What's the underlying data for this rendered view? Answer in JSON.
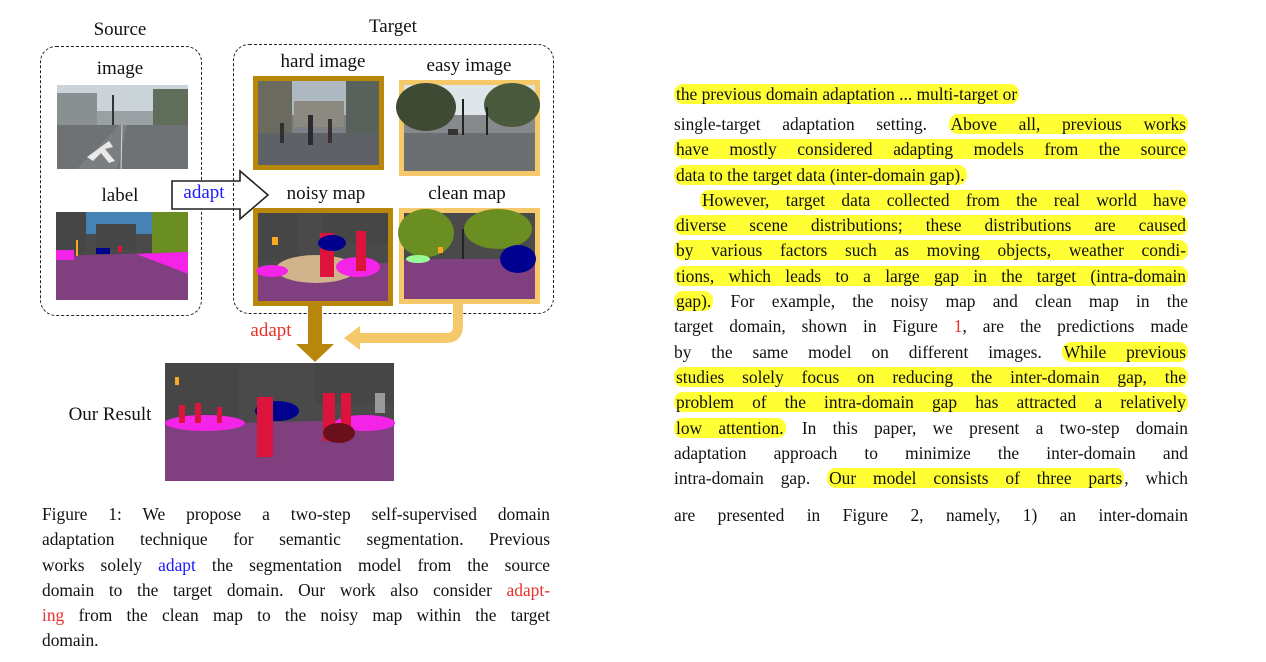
{
  "figure": {
    "source_label": "Source",
    "target_label": "Target",
    "image_label": "image",
    "label_label": "label",
    "hard_image_label": "hard image",
    "easy_image_label": "easy image",
    "noisy_map_label": "noisy map",
    "clean_map_label": "clean map",
    "adapt_blue": "adapt",
    "adapt_red": "adapt",
    "result_label": "Our Result",
    "colors": {
      "blue": "#1a1aff",
      "red": "#e8302a",
      "dark_gold": "#b8860b",
      "light_gold": "#f5c86a",
      "highlight": "#ffff33"
    }
  },
  "caption": {
    "l1": "Figure 1: We propose a two-step self-supervised domain",
    "l2": "adaptation technique for semantic segmentation. Previous",
    "l3a": "works solely ",
    "l3b": "adapt",
    "l3c": " the segmentation model from the source",
    "l4a": "domain to the target domain. Our work also consider ",
    "l4b": "adapt-",
    "l5a": "ing",
    "l5b": " from the clean map to the noisy map within the target",
    "l6": "domain."
  },
  "body": {
    "l1a": "single-target adaptation setting. ",
    "l1b": "Above all, previous works",
    "l2": "have mostly considered adapting models from the source",
    "l3": "data to the target data (inter-domain gap).",
    "l4": "However, target data collected from the real world have",
    "l5": "diverse scene distributions; these distributions are caused",
    "l6": "by various factors such as moving objects, weather condi-",
    "l7": "tions, which leads to a large gap in the target (intra-domain",
    "l8a": "gap).",
    "l8b": " For example, the noisy map and clean map in the",
    "l9a": "target domain, shown in Figure ",
    "l9b": "1",
    "l9c": ", are the predictions made",
    "l10a": "by the same model on different images. ",
    "l10b": "While previous",
    "l11": "studies solely focus on reducing the inter-domain gap, the",
    "l12": "problem of the intra-domain gap has attracted a relatively",
    "l13a": "low attention.",
    "l13b": " In this paper, we present a two-step domain",
    "l14": "adaptation approach to minimize the inter-domain and",
    "l15a": "intra-domain gap. ",
    "l15b": "Our model consists of three parts",
    "l15c": ", which",
    "cut_top": "the previous domain adaptation ... multi-target or",
    "cut_bottom": "are presented in Figure 2, namely, 1) an inter-domain"
  }
}
